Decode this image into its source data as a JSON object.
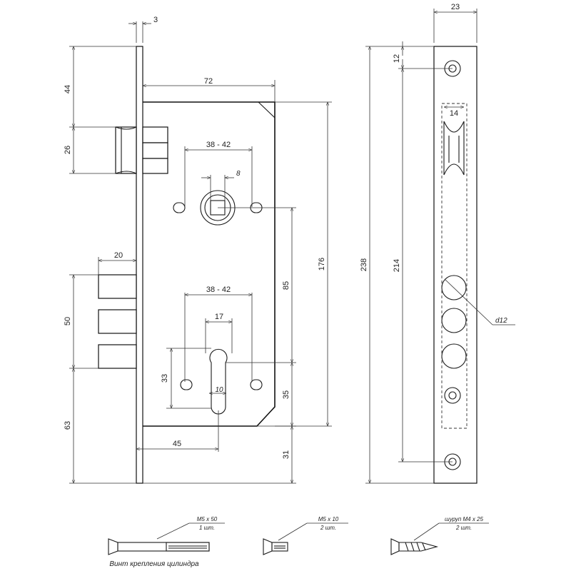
{
  "dimensions": {
    "plate_thickness": "3",
    "faceplate_width": "23",
    "top_to_latch": "44",
    "latch_height": "26",
    "backset_body": "72",
    "spindle_spacing": "38 - 42",
    "spindle_square": "8",
    "bolt_throw": "20",
    "bolt_span": "50",
    "bottom_to_bolt": "63",
    "cylinder_spacing": "38 - 42",
    "cylinder_width": "17",
    "cylinder_hole_height": "33",
    "cylinder_pin": "10",
    "backset_cylinder": "45",
    "centre_distance": "85",
    "body_height": "176",
    "cylinder_to_body_bottom": "35",
    "body_bottom_to_plate": "31",
    "plate_height": "238",
    "screw_centres": "214",
    "top_screw_offset": "12",
    "latch_window_width": "14",
    "bolt_hole_dia": "d12"
  },
  "screws": [
    {
      "spec": "M5 x 50",
      "qty": "1 шт.",
      "caption": "Винт крепления цилиндра"
    },
    {
      "spec": "M5 x 10",
      "qty": "2 шт.",
      "caption": ""
    },
    {
      "spec": "шуруп М4 х 25",
      "qty": "2 шт.",
      "caption": ""
    }
  ]
}
